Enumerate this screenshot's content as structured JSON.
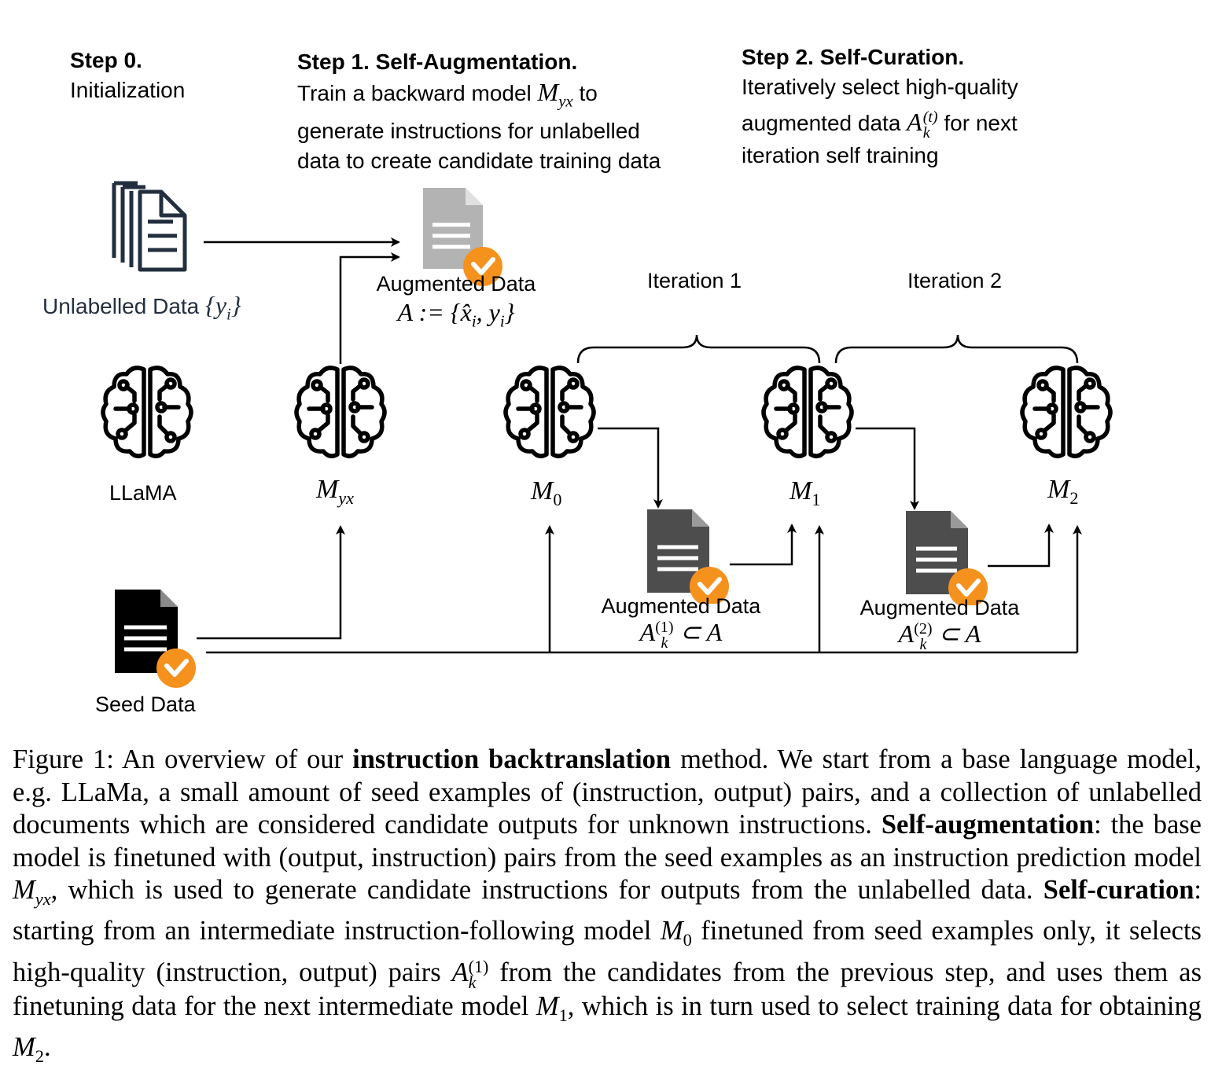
{
  "steps": {
    "step0": {
      "title": "Step 0.",
      "text": "Initialization"
    },
    "step1": {
      "title": "Step 1. Self-Augmentation.",
      "line1_pre": "Train a backward model ",
      "line1_math": "M",
      "line1_sub": "yx",
      "line1_post": " to",
      "line2": "generate instructions for unlabelled",
      "line3": "data to create candidate training data"
    },
    "step2": {
      "title": "Step 2. Self-Curation.",
      "line1": "Iteratively select high-quality",
      "line2_pre": "augmented data ",
      "line2_math": "A",
      "line2_sup": "(t)",
      "line2_sub": "k",
      "line2_post": " for next",
      "line3": "iteration self training"
    }
  },
  "nodes": {
    "unlabelled": {
      "label": "Unlabelled Data ",
      "math": "{y",
      "math_sub": "i",
      "math_end": "}"
    },
    "augmented": {
      "label": "Augmented Data",
      "math": "A := {x̂",
      "math_sub": "i",
      "math_mid": ", y",
      "math_sub2": "i",
      "math_end": "}"
    },
    "llama": {
      "label": "LLaMA"
    },
    "myx": {
      "math": "M",
      "sub": "yx"
    },
    "m0": {
      "math": "M",
      "sub": "0"
    },
    "m1": {
      "math": "M",
      "sub": "1"
    },
    "m2": {
      "math": "M",
      "sub": "2"
    },
    "aug1": {
      "label": "Augmented Data",
      "math": "A",
      "sup": "(1)",
      "sub": "k",
      "math_end": " ⊂ A"
    },
    "aug2": {
      "label": "Augmented Data",
      "math": "A",
      "sup": "(2)",
      "sub": "k",
      "math_end": " ⊂ A"
    },
    "seed": {
      "label": "Seed Data"
    },
    "iter1": {
      "label": "Iteration 1"
    },
    "iter2": {
      "label": "Iteration 2"
    }
  },
  "icons": {
    "document": "document-stack-icon",
    "brain": "brain-circuit-icon",
    "check": "check-badge-icon"
  },
  "colors": {
    "check_badge": "#f5921e",
    "doc_gray": "#b3b3b3",
    "doc_dark": "#4d4d4d",
    "doc_black": "#000000",
    "unlabelled_text": "#232f3e"
  },
  "caption": {
    "p1": "Figure 1: An overview of our ",
    "b1": "instruction backtranslation",
    "p2": " method. We start from a base language model, e.g. LLaMa, a small amount of seed examples of (instruction, output) pairs, and a collection of unlabelled documents which are considered candidate outputs for unknown instructions. ",
    "b2": "Self-augmentation",
    "p3": ": the base model is finetuned with (output, instruction) pairs from the seed examples as an instruction prediction model ",
    "m1": "M",
    "m1sub": "yx",
    "p4": ", which is used to generate candidate instructions for outputs from the unlabelled data. ",
    "b3": "Self-curation",
    "p5": ": starting from an intermediate instruction-following model ",
    "m2": "M",
    "m2sub": "0",
    "p6": " finetuned from seed examples only, it selects high-quality (instruction, output) pairs ",
    "m3": "A",
    "m3sup": "(1)",
    "m3sub": "k",
    "p7": " from the candidates from the previous step, and uses them as finetuning data for the next intermediate model ",
    "m4": "M",
    "m4sub": "1",
    "p8": ", which is in turn used to select training data for obtaining ",
    "m5": "M",
    "m5sub": "2",
    "p9": "."
  }
}
